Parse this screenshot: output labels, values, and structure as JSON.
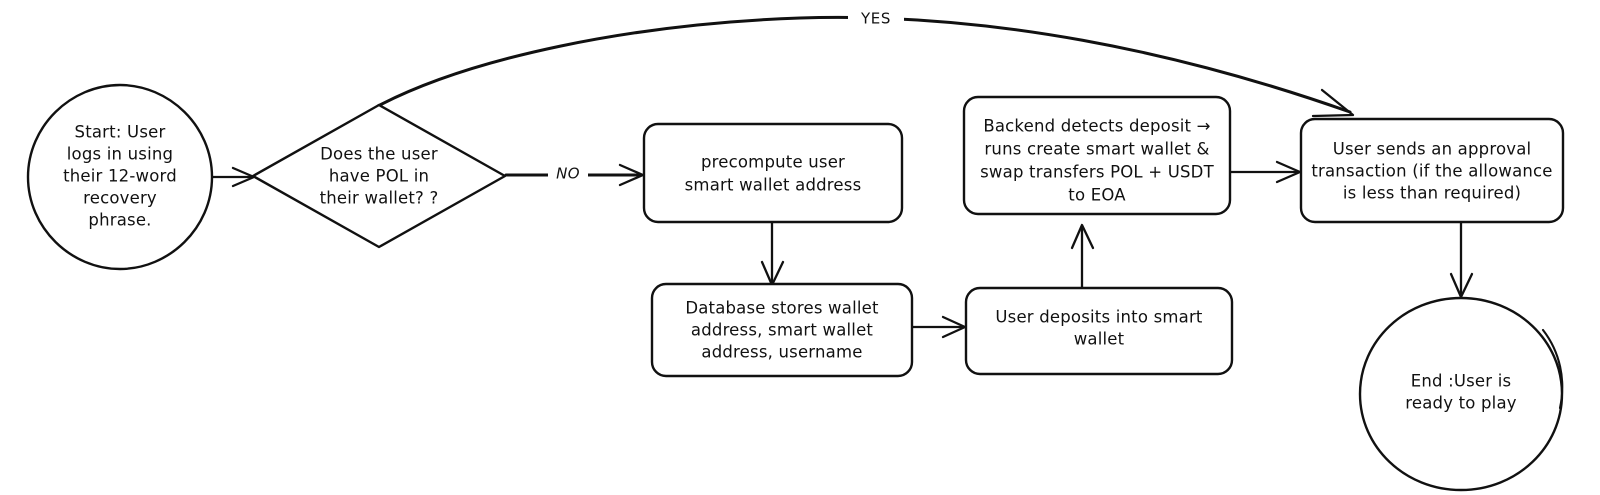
{
  "diagram": {
    "title": "Wallet onboarding flowchart",
    "style": "hand-drawn",
    "background_color": "#ffffff",
    "stroke_color": "#111111",
    "nodes": [
      {
        "id": "start",
        "shape": "ellipse",
        "lines": [
          "Start: User",
          "logs in using",
          "their 12-word",
          "recovery",
          "phrase."
        ]
      },
      {
        "id": "decision",
        "shape": "diamond",
        "lines": [
          "Does the user",
          "have POL in",
          "their wallet? ?"
        ]
      },
      {
        "id": "precompute",
        "shape": "rounded-rect",
        "lines": [
          "precompute user",
          "smart wallet address"
        ]
      },
      {
        "id": "database",
        "shape": "rounded-rect",
        "lines": [
          "Database stores wallet",
          "address, smart wallet",
          "address, username"
        ]
      },
      {
        "id": "deposit",
        "shape": "rounded-rect",
        "lines": [
          "User deposits into smart",
          "wallet"
        ]
      },
      {
        "id": "backend",
        "shape": "rounded-rect",
        "lines": [
          "Backend detects deposit →",
          "runs create smart wallet  &",
          "swap transfers POL + USDT",
          "to EOA"
        ]
      },
      {
        "id": "approval",
        "shape": "rounded-rect",
        "lines": [
          "User sends an approval",
          "transaction (if the allowance",
          "is less than required)"
        ]
      },
      {
        "id": "end",
        "shape": "ellipse",
        "lines": [
          "End :User is",
          "ready to play"
        ]
      }
    ],
    "edge_labels": {
      "yes": "YES",
      "no": "NO"
    }
  }
}
